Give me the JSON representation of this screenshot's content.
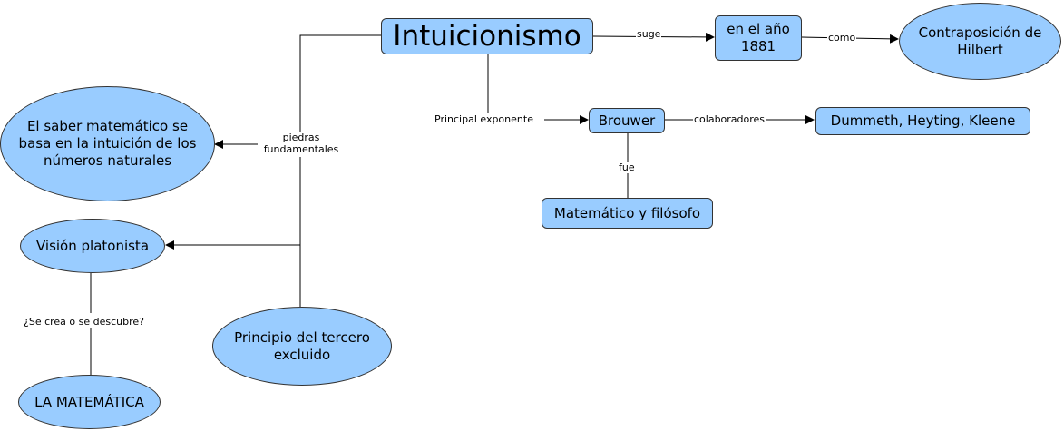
{
  "concept_map": {
    "nodes": {
      "intuicionismo": "Intuicionismo",
      "en_el_ano": "en el año 1881",
      "contraposicion": "Contraposición de Hilbert",
      "brouwer": "Brouwer",
      "dummeth": "Dummeth, Heyting, Kleene",
      "matematico_filosofo": "Matemático y filósofo",
      "saber_matematico": "El saber matemático se basa en la intuición de los números naturales",
      "vision_platonista": "Visión platonista",
      "principio_tercero": "Principio del tercero excluido",
      "la_matematica": "LA MATEMÁTICA"
    },
    "links": {
      "suge": "suge",
      "como": "como",
      "principal_exponente": "Principal exponente",
      "colaboradores": "colaboradores",
      "fue": "fue",
      "piedras": "piedras fundamentales",
      "se_crea": "¿Se crea o se descubre?"
    },
    "colors": {
      "node_fill": "#99ccff",
      "node_border": "#333333",
      "line": "#000000"
    }
  }
}
